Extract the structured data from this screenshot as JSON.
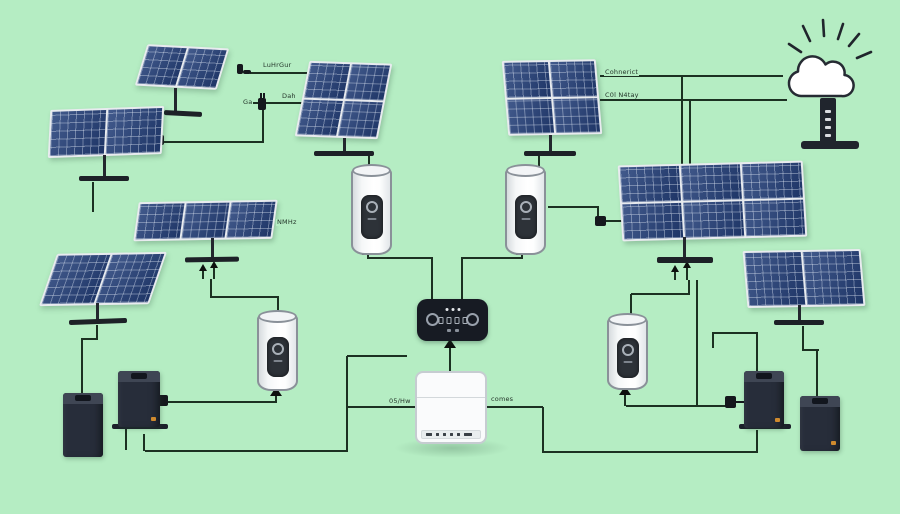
{
  "scene": {
    "description": "Solar panel energy system wiring diagram illustration",
    "background_color": "#b5edc3",
    "wire_color": "#1c3122",
    "panel_blue": "#24407a",
    "accent_orange": "#cf8a2e"
  },
  "wire_labels": {
    "top_left_1": "LuHrGur",
    "top_left_2a": "Ga",
    "top_left_2b": "Dah",
    "mid_left_panel": "NMHz",
    "top_right_1": "Cohnerict",
    "top_right_2": "C0l N4tay",
    "inverter_left": "05/Hw",
    "inverter_right": "comes"
  },
  "icons": {
    "cloud": "cloud-icon",
    "rays": "sun-rays-icon",
    "plug": "plug-connector-icon",
    "arrow": "flow-arrow-icon",
    "dial": "dial-icon"
  }
}
